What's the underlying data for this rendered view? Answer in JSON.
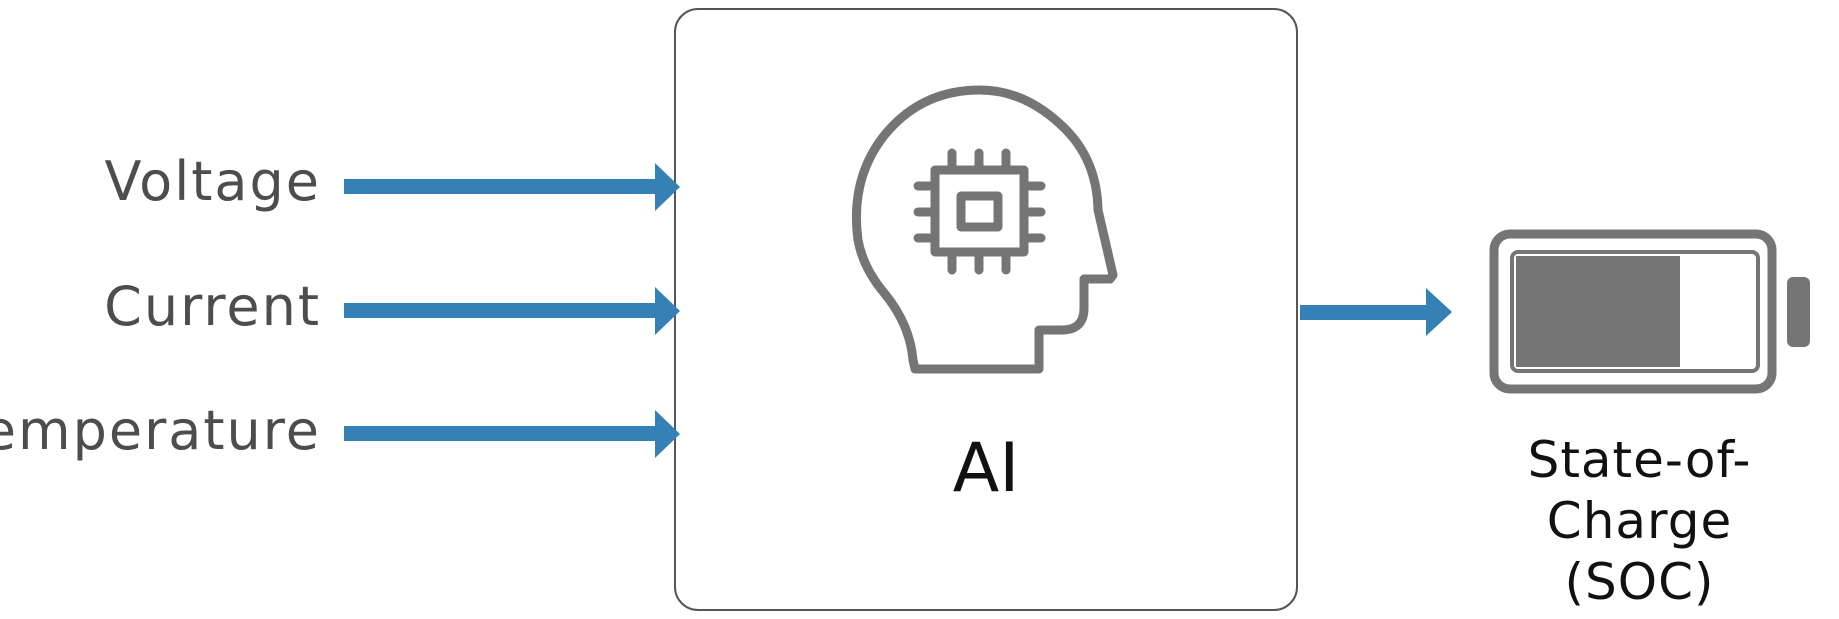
{
  "inputs": [
    {
      "label": "Voltage"
    },
    {
      "label": "Current"
    },
    {
      "label": "Temperature"
    }
  ],
  "model": {
    "label": "AI",
    "icon": "head-with-chip-icon"
  },
  "output": {
    "line1": "State-of-Charge",
    "line2": "(SOC)",
    "icon": "battery-icon"
  },
  "colors": {
    "arrow": "#3580b5",
    "icon": "#757575",
    "box_border": "#555555",
    "label_text": "#4d4d4d",
    "title_text": "#111111"
  }
}
